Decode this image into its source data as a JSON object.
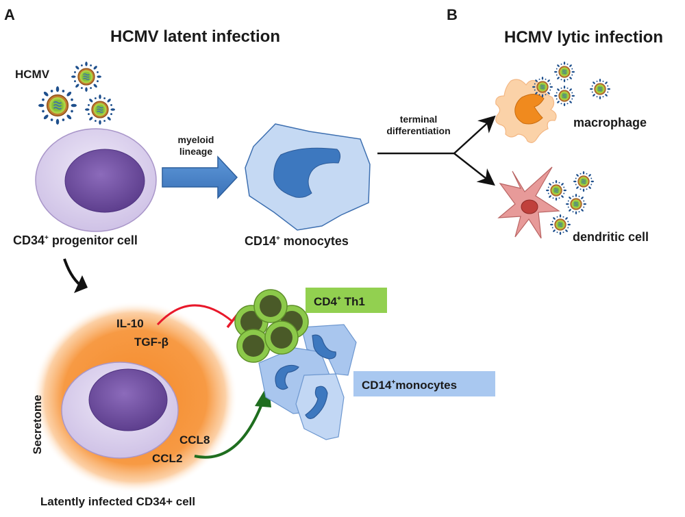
{
  "panels": {
    "a": {
      "letter": "A",
      "title": "HCMV latent infection",
      "virus_label": "HCMV",
      "progenitor_label_main": "CD34",
      "progenitor_label_sup": "+",
      "progenitor_label_rest": " progenitor cell",
      "arrow_label_line1": "myeloid",
      "arrow_label_line2": "lineage",
      "monocyte_label_main": "CD14",
      "monocyte_label_sup": "+",
      "monocyte_label_rest": " monocytes",
      "diff_label_line1": "terminal",
      "diff_label_line2": "differentiation",
      "secretome_label": "Secretome",
      "il10_label": "IL-10",
      "tgfb_label": "TGF-β",
      "ccl8_label": "CCL8",
      "ccl2_label": "CCL2",
      "latent_cell_label": "Latently infected CD34+ cell",
      "th1_badge_main": "CD4",
      "th1_badge_sup": "+",
      "th1_badge_rest": " Th1",
      "mono_badge_main": "CD14",
      "mono_badge_sup": "+",
      "mono_badge_rest": "monocytes"
    },
    "b": {
      "letter": "B",
      "title": "HCMV lytic infection",
      "macrophage_label": "macrophage",
      "dendritic_label": "dendritic cell"
    }
  },
  "colors": {
    "progenitor_outer": "#ddd3ee",
    "progenitor_nucleus": "#7a5aa8",
    "monocyte_body": "#c5d9f3",
    "monocyte_nucleus": "#3d78bf",
    "arrow_blue": "#4a86cc",
    "secretome_orange": "#f7923a",
    "inhibit_red": "#e8182a",
    "activate_green": "#1f6e1f",
    "th1_green": "#8cc94a",
    "th1_dark": "#4a5a28",
    "th1_badge": "#92d050",
    "mono_badge": "#a9c8f0",
    "macrophage_body": "#fbd2a8",
    "macrophage_nucleus": "#f08a1e",
    "dendritic_body": "#e79a99",
    "dendritic_nucleus": "#c0403c",
    "virus_shell": "#c07a30",
    "virus_core": "#8ac33a",
    "virus_spike": "#1e4f8c"
  }
}
